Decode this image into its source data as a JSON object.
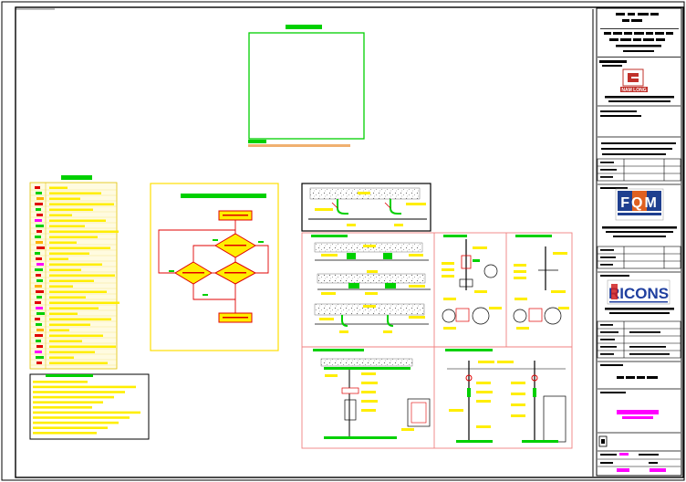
{
  "title_block": {
    "logos": [
      {
        "name": "nam-long",
        "text": "NAM LONG"
      },
      {
        "name": "fqm",
        "text": "FQM"
      },
      {
        "name": "ricons",
        "text": "RICONS"
      }
    ]
  },
  "colors": {
    "frame": "#000000",
    "green": "#00d000",
    "yellow": "#ffff00",
    "red": "#e00000",
    "pink_border": "#f08080",
    "magenta": "#ff00ff",
    "orange": "#f0b070",
    "fqm_blue": "#1f3f8f",
    "fqm_orange": "#e06020",
    "ricons_red": "#d02020",
    "ricons_blue": "#1f3f9f",
    "namlong_red": "#c0302a"
  }
}
